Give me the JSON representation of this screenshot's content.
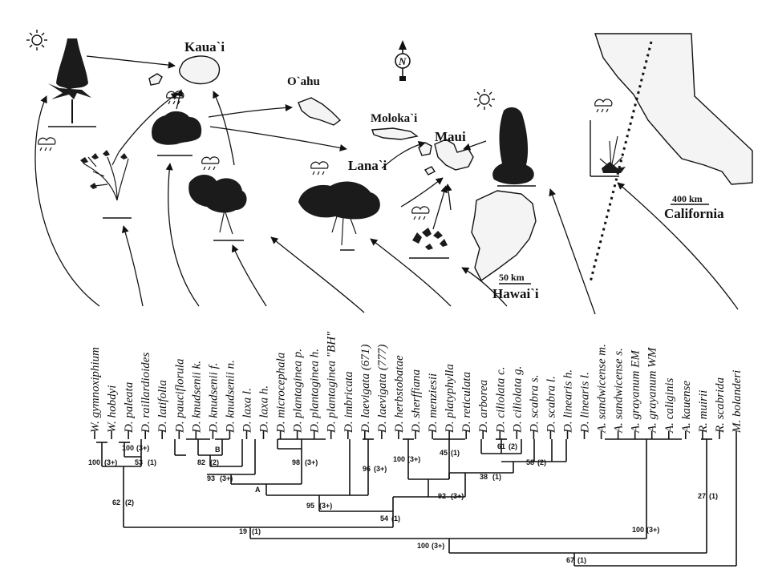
{
  "islands": {
    "kauai": "Kaua`i",
    "oahu": "O`ahu",
    "molokai": "Moloka`i",
    "maui": "Maui",
    "lanai": "Lana`i",
    "hawaii": "Hawai`i",
    "california": "California"
  },
  "scale_bars": {
    "hawaii": "50 km",
    "california": "400 km"
  },
  "compass": "N",
  "taxa": [
    "W. gymnoxiphium",
    "W. hobdyi",
    "D. paleata",
    "D. raillardioides",
    "D. latifolia",
    "D. pauciflorula",
    "D. knudsenii k.",
    "D. knudsenii f.",
    "D. knudsenii n.",
    "D. laxa l.",
    "D. laxa h.",
    "D. microcephala",
    "D. plantaginea p.",
    "D. plantaginea h.",
    "D. plantaginea \"BH\"",
    "D. imbricata",
    "D. laevigata (671)",
    "D. laevigata (777)",
    "D. herbstobatae",
    "D. sherffiana",
    "D. menziesii",
    "D. platyphylla",
    "D. reticulata",
    "D. arborea",
    "D. ciliolata c.",
    "D. ciliolata g.",
    "D. scabra s.",
    "D. scabra l.",
    "D. linearis h.",
    "D. linearis l.",
    "A. sandwicense m.",
    "A. sandwicense s.",
    "A. grayanum EM",
    "A. grayanum WM",
    "A. caliginis",
    "A. kauense",
    "R. muirii",
    "R. scabrida",
    "M. bolanderi"
  ],
  "supports": {
    "s1": "100",
    "s1b": "(3+)",
    "s2": "53",
    "s2b": "(1)",
    "s3": "100",
    "s3b": "(3+)",
    "s4": "62",
    "s4b": "(2)",
    "s5": "B",
    "s6": "82",
    "s6b": "(2)",
    "s7": "93",
    "s7b": "(3+)",
    "s8": "A",
    "s9": "98",
    "s9b": "(3+)",
    "s10": "96",
    "s10b": "(3+)",
    "s11": "95",
    "s11b": "(3+)",
    "s12": "54",
    "s12b": "(1)",
    "s13": "19",
    "s13b": "(1)",
    "s14": "100",
    "s14b": "(3+)",
    "s15": "45",
    "s15b": "(1)",
    "s16": "61",
    "s16b": "(2)",
    "s17": "58",
    "s17b": "(2)",
    "s18": "38",
    "s18b": "(1)",
    "s19": "92",
    "s19b": "(3+)",
    "s20": "100",
    "s20b": "(3+)",
    "s21": "100",
    "s21b": "(3+)",
    "s22": "27",
    "s22b": "(1)",
    "s23": "67",
    "s23b": "(1)"
  }
}
